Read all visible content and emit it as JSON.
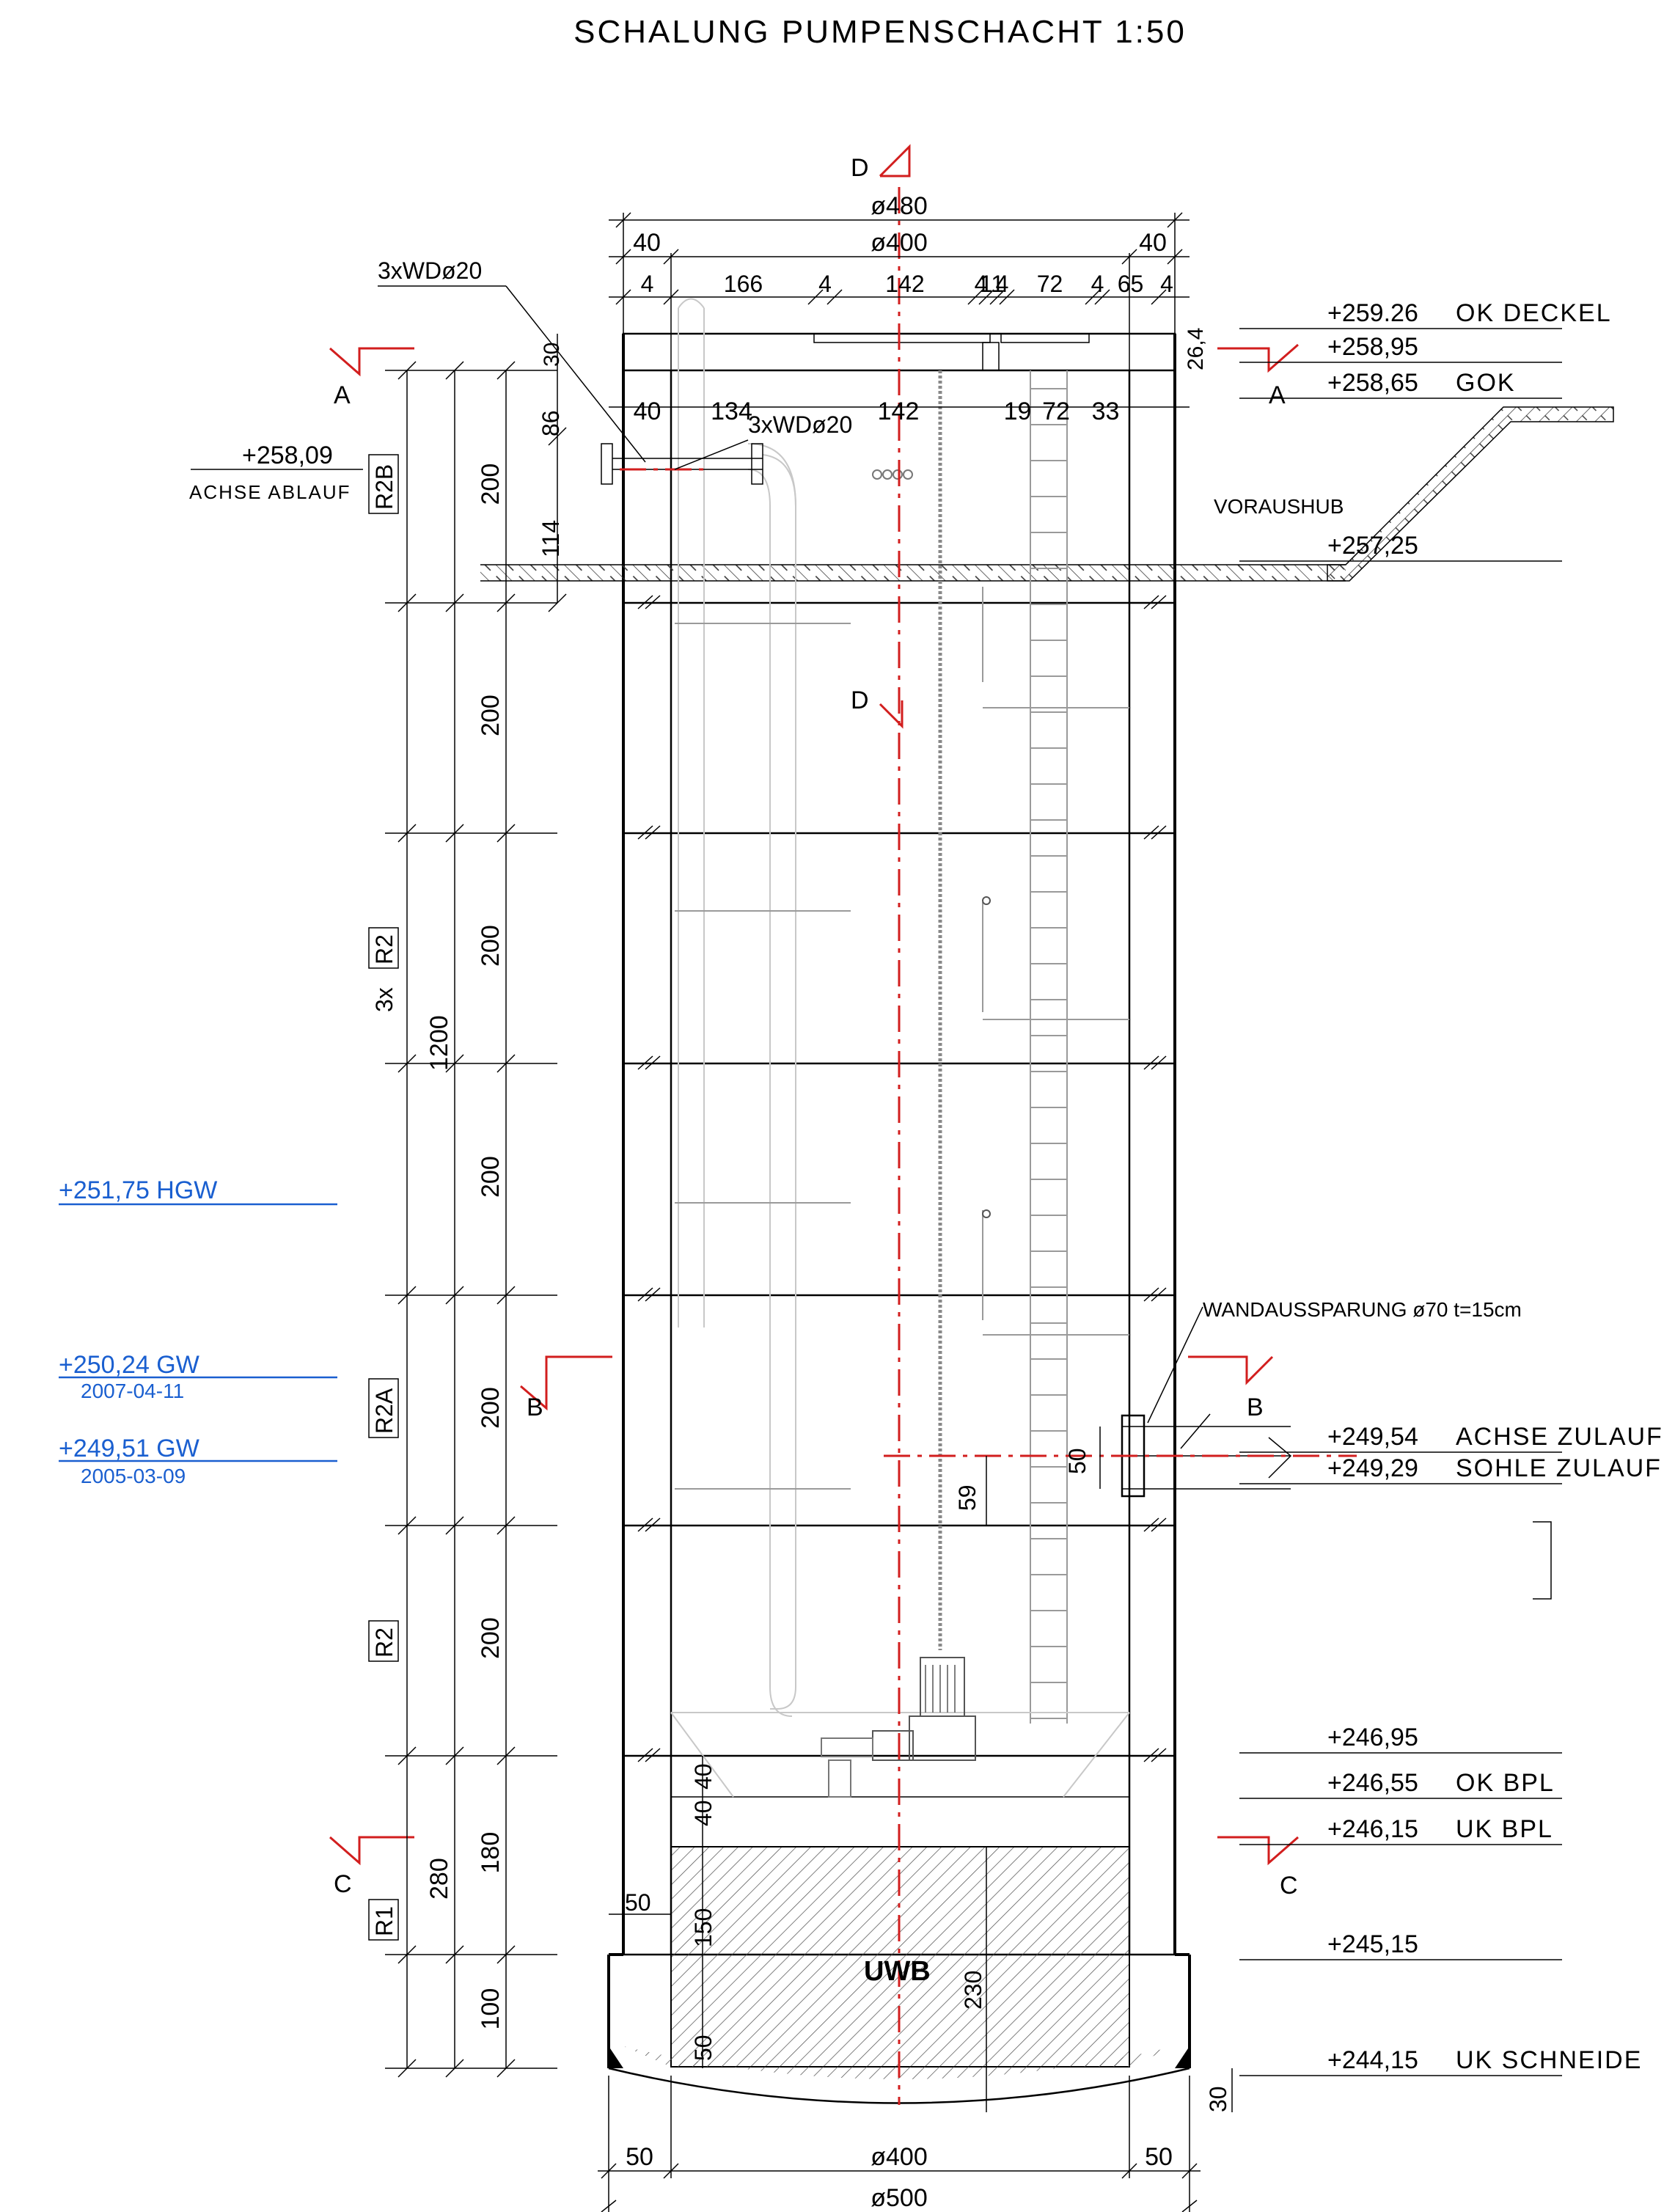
{
  "title": "SCHALUNG PUMPENSCHACHT 1:50",
  "section_marks": {
    "a": "A",
    "b": "B",
    "c": "C",
    "d": "D"
  },
  "top_dims": {
    "overall": "ø480",
    "inner": "ø400",
    "wall_left": "40",
    "wall_right": "40",
    "row3": [
      "4",
      "166",
      "4",
      "142",
      "4",
      "11",
      "4",
      "72",
      "4",
      "65",
      "4"
    ],
    "row4": [
      "40",
      "134",
      "142",
      "19",
      "72",
      "33"
    ],
    "deckel_h": "26,4",
    "cover_h": "30"
  },
  "bottom_dims": {
    "inner": "ø400",
    "outer": "ø500",
    "left": "50",
    "right": "50"
  },
  "left_vertical_dims": {
    "top_small": [
      "86",
      "114"
    ],
    "segments": [
      "200",
      "200",
      "200",
      "200",
      "200",
      "200",
      "180",
      "100"
    ],
    "total_r2": "1200",
    "total_r1": "280"
  },
  "bottom_dims_inner": {
    "a": "40",
    "b": "40",
    "c": "150",
    "d": "50",
    "e": "230",
    "f": "50",
    "g": "30"
  },
  "pipe_labels": [
    "3xWDø20",
    "3xWDø20"
  ],
  "ring_labels": {
    "r2b": "R2B",
    "r2_prefix": "3x",
    "r2": "R2",
    "r2a": "R2A",
    "r2_low": "R2",
    "r1": "R1"
  },
  "levels_right": [
    {
      "value": "+259.26",
      "label": "OK DECKEL"
    },
    {
      "value": "+258,95",
      "label": ""
    },
    {
      "value": "+258,65",
      "label": "GOK"
    },
    {
      "value": "+257,25",
      "label": ""
    },
    {
      "value": "+249,54",
      "label": "ACHSE ZULAUF"
    },
    {
      "value": "+249,29",
      "label": "SOHLE ZULAUF"
    },
    {
      "value": "+246,95",
      "label": ""
    },
    {
      "value": "+246,55",
      "label": "OK BPL"
    },
    {
      "value": "+246,15",
      "label": "UK BPL"
    },
    {
      "value": "+245,15",
      "label": ""
    },
    {
      "value": "+244,15",
      "label": "UK SCHNEIDE"
    }
  ],
  "levels_left": {
    "ablauf_value": "+258,09",
    "ablauf_label": "ACHSE ABLAUF"
  },
  "groundwater": [
    {
      "value": "+251,75 HGW",
      "date": ""
    },
    {
      "value": "+250,24 GW",
      "date": "2007-04-11"
    },
    {
      "value": "+249,51 GW",
      "date": "2005-03-09"
    }
  ],
  "annotations": {
    "voraushub": "VORAUSHUB",
    "wandaussparung": "WANDAUSSPARUNG ø70 t=15cm",
    "inlet_h": "50",
    "inlet_59": "59",
    "uwb": "UWB"
  },
  "colors": {
    "section": "#d21e1e",
    "groundwater": "#1a5fd0",
    "lines": "#000000"
  }
}
